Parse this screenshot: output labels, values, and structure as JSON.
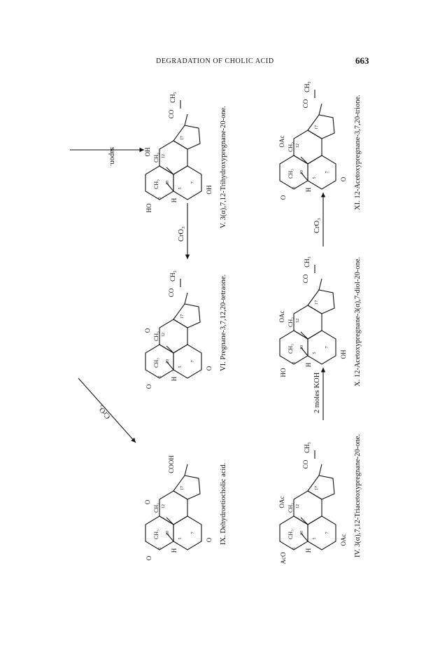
{
  "header": {
    "title": "DEGRADATION OF CHOLIC ACID",
    "page_number": "663"
  },
  "compounds": [
    {
      "id": "IX",
      "caption": "IX. Dehydroetiocholic acid.",
      "side_chain": "COOH",
      "c12_group": "O",
      "c7_group": "O",
      "c3_group": "O"
    },
    {
      "id": "VI",
      "caption": "VI. Pregnane-3,7,12,20-tetraone.",
      "methyl": "CH₃",
      "side_chain": "CO",
      "c12_group": "O",
      "c7_group": "O",
      "c3_group": "O"
    },
    {
      "id": "V",
      "caption": "V. 3(α),7,12-Trihydroxypregnane-20-one.",
      "methyl": "CH₃",
      "side_chain": "CO",
      "c12_group": "OH",
      "c7_group": "OH",
      "c3_group": "HO"
    },
    {
      "id": "IV",
      "caption": "IV. 3(α),7,12-Triacetoxypregnane-20-one.",
      "methyl": "CH₃",
      "side_chain": "CO",
      "c12_group": "OAc",
      "c7_group": "OAc",
      "c3_group": "AcO"
    },
    {
      "id": "X",
      "caption": "X. 12-Acetoxypregnane-3(α),7-diol-20-one.",
      "methyl": "CH₃",
      "side_chain": "CO",
      "c12_group": "OAc",
      "c7_group": "OH",
      "c3_group": "HO"
    },
    {
      "id": "XI",
      "caption": "XI. 12-Acetoxypregnane-3,7,20-trione.",
      "methyl": "CH₃",
      "side_chain": "CO",
      "c12_group": "OAc",
      "c7_group": "O",
      "c3_group": "O"
    }
  ],
  "ring_labels": {
    "angular_methyl": "CH₃",
    "hydrogen": "H",
    "positions": [
      "3",
      "5",
      "7",
      "10",
      "12",
      "17"
    ]
  },
  "reagents": {
    "saponification": "sapon.",
    "cro3_upper": "CrO₃",
    "cro3_diagonal": "CrO₃",
    "koh": "2 moles KOH",
    "cro3_lower": "CrO₃"
  }
}
